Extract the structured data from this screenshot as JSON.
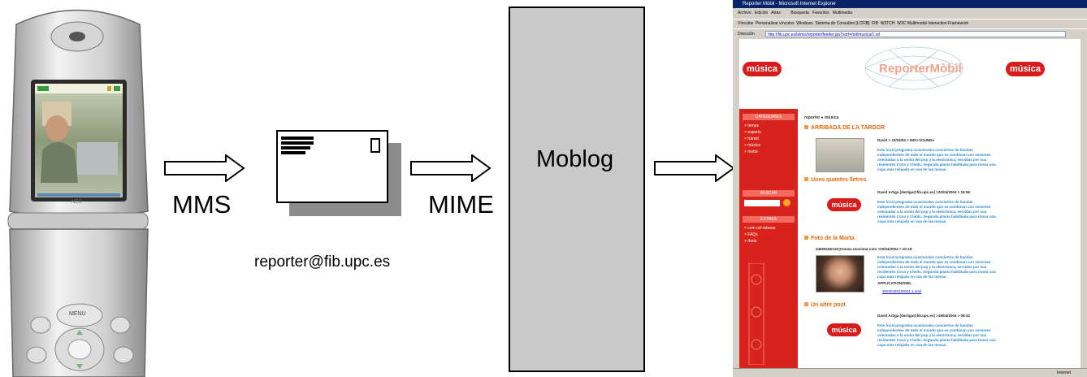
{
  "diagram": {
    "labels": {
      "mms": "MMS",
      "mime": "MIME",
      "email": "reporter@fib.upc.es",
      "moblog": "Moblog"
    }
  },
  "phone": {
    "menu_key": "MENU",
    "brand": "NEC"
  },
  "browser": {
    "title": "Reporter Mòbil - Microsoft Internet Explorer",
    "menu": [
      "Archivo",
      "Edición",
      "Atrás",
      "Búsqueda",
      "Favoritos",
      "Multimedia"
    ],
    "links_label": "Vínculos",
    "links": [
      "Personalizar vínculos",
      "Windows",
      "Sistema de Consultes [LCFIB]",
      "FIB",
      "W3TCH",
      "W3C Multimodal Interaction Framework"
    ],
    "address_label": "Dirección",
    "address": "http://fib.upc.es/lelmo/reporter/feeder.jsp?sort=/sd/musica/1.sd",
    "status": "Internet",
    "page": {
      "logo_left": "música",
      "logo_right": "música",
      "banner": "ReporterMòbil",
      "breadcrumb": "reporter ● música",
      "sidebar": {
        "categories_head": "CATEGORIES",
        "categories": [
          "> temps",
          "> esports",
          "> trànsit",
          "> música",
          "> motor"
        ],
        "search_head": "BUSCAR",
        "extras_head": "EXTRES",
        "extras": [
          "> com col·laborar",
          "> FAQs",
          "> drets"
        ]
      },
      "posts": [
        {
          "title": "ARRIBADA DE LA TARDOR",
          "meta": "David > 22/04/04 > IMG+SOUNDs",
          "body": "Este local programa ocasionales conciertos de bandas independientes de todo el mundo que se combinan con sesiones orientadas a la unión del pop y la electrónica, servidas por sus residentes Coco y Chelín. Segunda planta habilitada para tomar una copa más relajado en una de las mesas."
        },
        {
          "title": "Unes quantes lletres",
          "meta": "David Artiga [dartiga@fib.upc.es] >20/04/2004 > 16:56",
          "body": "Este local programa ocasionales conciertos de bandas independientes de todo el mundo que se combinan con sesiones orientadas a la unión del pop y la electrónica, servidas por sus residentes Coco y Chelín. Segunda planta habilitada para tomar una copa más relajado en una de las mesas."
        },
        {
          "title": "Foto de la Marta",
          "meta": "34609165132@mmsc.movistar.com >20/04/2004 > 10:18",
          "body": "Este local programa ocasionales conciertos de bandas independientes de todo el mundo que se combinan con sesiones orientadas a la unión del pop y la electrónica, servidas por sus residentes Coco y Chelín. Segunda planta habilitada para tomar una copa más relajado en una de las mesas.",
          "extra": "APPLICATION/SMIL",
          "link": "20040420120011-1.smil"
        },
        {
          "title": "Un altre post",
          "meta": "David Artiga [dartiga@fib.upc.es] >19/04/2004 > 09:32",
          "body": "Este local programa ocasionales conciertos de bandas independientes de todo el mundo que se combinan con sesiones orientadas a la unión del pop y la electrónica, servidas por sus residentes Coco y Chelín. Segunda planta habilitada para tomar una copa más relajado en una de las mesas."
        }
      ]
    }
  }
}
